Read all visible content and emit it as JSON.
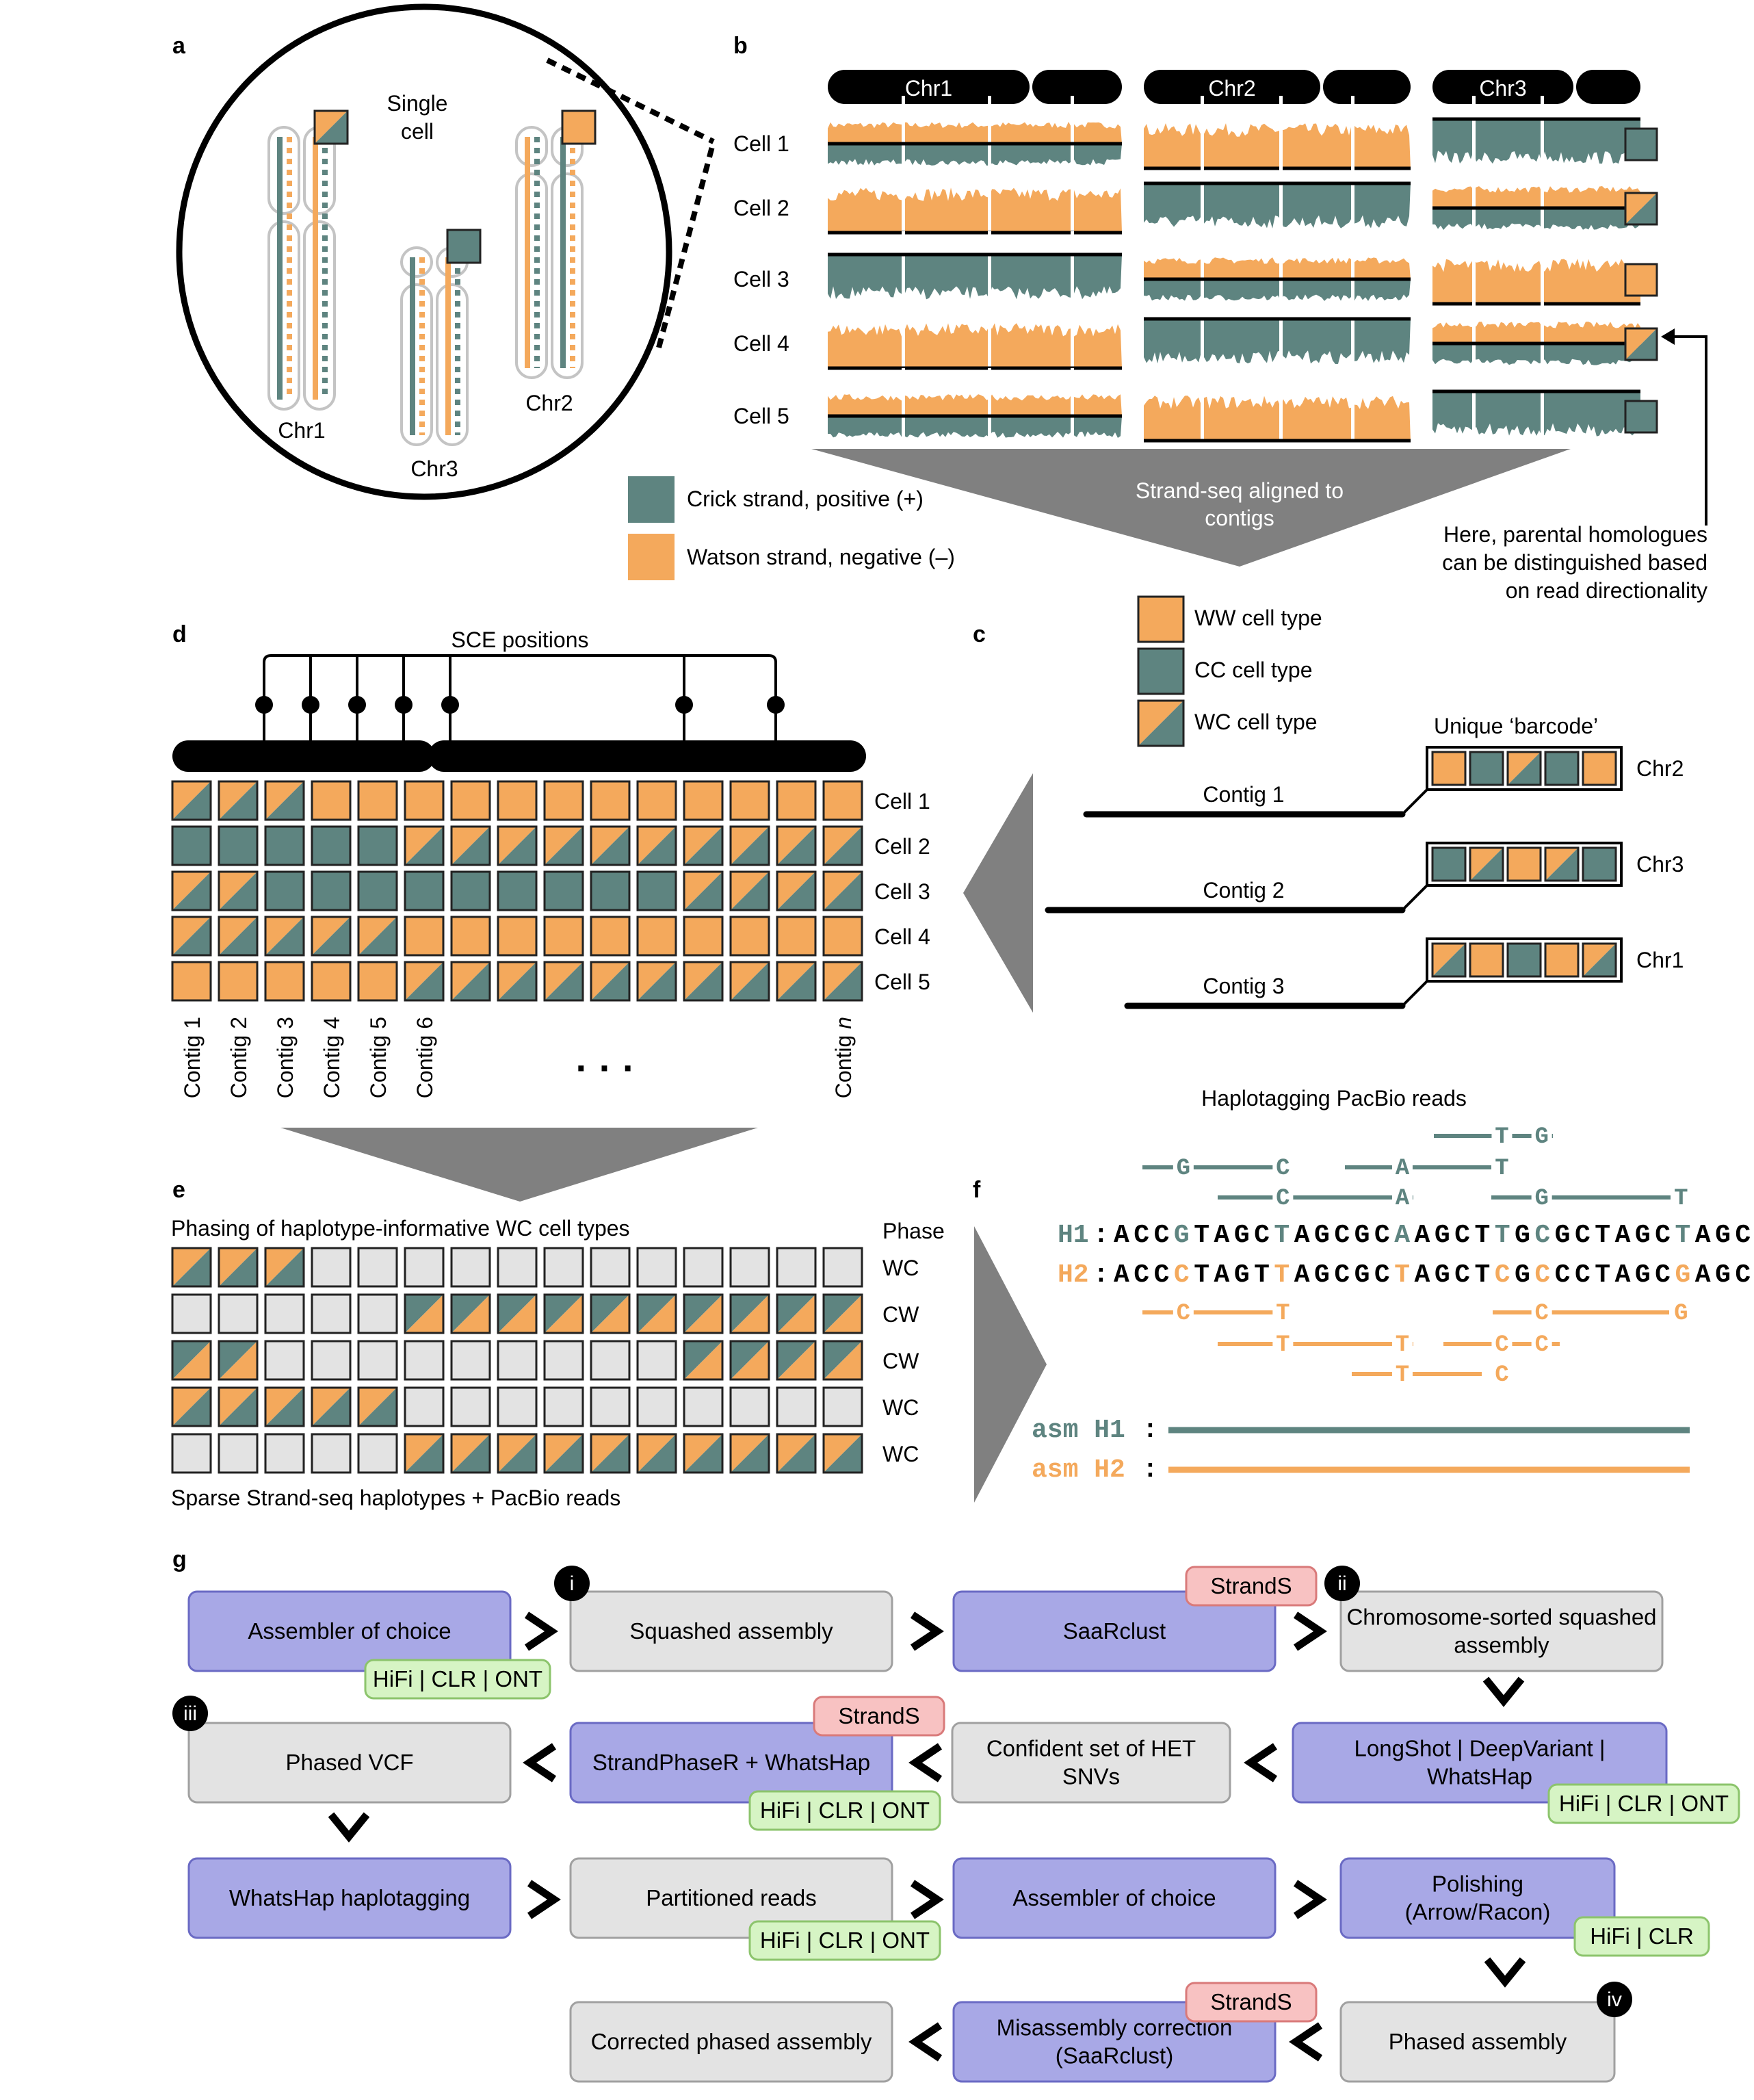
{
  "colors": {
    "crick": "#5e8480",
    "watson": "#f4a95c",
    "grey_box": "#e3e3e3",
    "purple_box": "#a8a8e6",
    "purple_border": "#6a6ac4",
    "red_tag": "#f8c2c2",
    "red_tag_border": "#d97a7a",
    "green_tag": "#d6f4c4",
    "green_tag_border": "#8cc46c"
  },
  "panel_labels": {
    "a": "a",
    "b": "b",
    "c": "c",
    "d": "d",
    "e": "e",
    "f": "f",
    "g": "g"
  },
  "panel_a": {
    "cell_label_line1": "Single",
    "cell_label_line2": "cell",
    "chromosomes": [
      "Chr1",
      "Chr3",
      "Chr2"
    ]
  },
  "panel_b": {
    "chromosome_headers": [
      "Chr1",
      "Chr2",
      "Chr3"
    ],
    "cells": [
      "Cell 1",
      "Cell 2",
      "Cell 3",
      "Cell 4",
      "Cell 5"
    ],
    "states": [
      [
        "WC",
        "WW",
        "CC"
      ],
      [
        "WW",
        "CC",
        "WC"
      ],
      [
        "CC",
        "WC",
        "WW"
      ],
      [
        "WW",
        "CC",
        "WC"
      ],
      [
        "WC",
        "WW",
        "CC"
      ]
    ],
    "arrow_text_line1": "Strand-seq aligned to",
    "arrow_text_line2": "contigs",
    "note_line1": "Here, parental homologues",
    "note_line2": "can be distinguished based",
    "note_line3": "on read directionality"
  },
  "legend_strand": {
    "crick": "Crick strand, positive (+)",
    "watson": "Watson strand, negative (–)"
  },
  "legend_cell_types": {
    "ww": "WW cell type",
    "cc": "CC cell type",
    "wc": "WC cell type"
  },
  "panel_c": {
    "barcode_title": "Unique ‘barcode’",
    "contigs": [
      {
        "label": "Contig 1",
        "chr": "Chr2",
        "barcode": [
          "WW",
          "CC",
          "WC",
          "CC",
          "WW"
        ]
      },
      {
        "label": "Contig 2",
        "chr": "Chr3",
        "barcode": [
          "CC",
          "WC",
          "WW",
          "WC",
          "CC"
        ]
      },
      {
        "label": "Contig 3",
        "chr": "Chr1",
        "barcode": [
          "WC",
          "WW",
          "CC",
          "WW",
          "WC"
        ]
      }
    ]
  },
  "panel_d": {
    "sce_label": "SCE positions",
    "rows": [
      "Cell 1",
      "Cell 2",
      "Cell 3",
      "Cell 4",
      "Cell 5"
    ],
    "grid": [
      [
        "WC",
        "WC",
        "WC",
        "WW",
        "WW",
        "WW",
        "WW",
        "WW",
        "WW",
        "WW",
        "WW",
        "WW",
        "WW",
        "WW",
        "WW"
      ],
      [
        "CC",
        "CC",
        "CC",
        "CC",
        "CC",
        "WC",
        "WC",
        "WC",
        "WC",
        "WC",
        "WC",
        "WC",
        "WC",
        "WC",
        "WC"
      ],
      [
        "WC",
        "WC",
        "CC",
        "CC",
        "CC",
        "CC",
        "CC",
        "CC",
        "CC",
        "CC",
        "CC",
        "WC",
        "WC",
        "WC",
        "WC"
      ],
      [
        "WC",
        "WC",
        "WC",
        "WC",
        "WC",
        "WW",
        "WW",
        "WW",
        "WW",
        "WW",
        "WW",
        "WW",
        "WW",
        "WW",
        "WW"
      ],
      [
        "WW",
        "WW",
        "WW",
        "WW",
        "WW",
        "WC",
        "WC",
        "WC",
        "WC",
        "WC",
        "WC",
        "WC",
        "WC",
        "WC",
        "WC"
      ]
    ],
    "column_labels": [
      "Contig 1",
      "Contig 2",
      "Contig 3",
      "Contig 4",
      "Contig 5",
      "Contig 6"
    ],
    "last_column_label_prefix": "Contig ",
    "last_column_label_italic": "n",
    "ellipsis": "·    ·    ·"
  },
  "panel_e": {
    "title": "Phasing of haplotype-informative WC cell types",
    "phase_header": "Phase",
    "phases": [
      "WC",
      "CW",
      "CW",
      "WC",
      "WC"
    ],
    "grid": [
      [
        "WC",
        "WC",
        "WC",
        "N",
        "N",
        "N",
        "N",
        "N",
        "N",
        "N",
        "N",
        "N",
        "N",
        "N",
        "N"
      ],
      [
        "N",
        "N",
        "N",
        "N",
        "N",
        "CW",
        "CW",
        "CW",
        "CW",
        "CW",
        "CW",
        "CW",
        "CW",
        "CW",
        "CW"
      ],
      [
        "CW",
        "CW",
        "N",
        "N",
        "N",
        "N",
        "N",
        "N",
        "N",
        "N",
        "N",
        "CW",
        "CW",
        "CW",
        "CW"
      ],
      [
        "WC",
        "WC",
        "WC",
        "WC",
        "WC",
        "N",
        "N",
        "N",
        "N",
        "N",
        "N",
        "N",
        "N",
        "N",
        "N"
      ],
      [
        "N",
        "N",
        "N",
        "N",
        "N",
        "WC",
        "WC",
        "WC",
        "WC",
        "WC",
        "WC",
        "WC",
        "WC",
        "WC",
        "WC"
      ]
    ],
    "footer": "Sparse Strand-seq haplotypes + PacBio reads"
  },
  "panel_f": {
    "title": "Haplotagging PacBio reads",
    "h1_label": "H1",
    "h2_label": "H2",
    "h1_seq": "ACCGTAGCTAGCGCAAGCTTGCGCTAGCTAGC",
    "h2_seq": "ACCCTAGTTAGCGCTAGCTCGCCCTAGCGAGC",
    "h1_variant_positions": [
      3,
      8,
      14,
      19,
      21,
      28
    ],
    "h2_variant_positions": [
      3,
      8,
      14,
      19,
      21,
      28
    ],
    "h1_read_letters": [
      "T",
      "G",
      "G",
      "C",
      "A",
      "T",
      "C",
      "A",
      "G",
      "T"
    ],
    "h2_read_letters": [
      "C",
      "T",
      "C",
      "G",
      "T",
      "T",
      "C",
      "C",
      "T",
      "C"
    ],
    "asm_h1": "asm H1",
    "asm_h2": "asm H2"
  },
  "panel_g": {
    "row1": [
      "Assembler of choice",
      "Squashed assembly",
      "SaaRclust",
      "Chromosome-sorted squashed assembly"
    ],
    "row2": [
      "Phased VCF",
      "StrandPhaseR + WhatsHap",
      "Confident set of HET SNVs",
      "LongShot | DeepVariant | WhatsHap"
    ],
    "row3": [
      "WhatsHap haplotagging",
      "Partitioned reads",
      "Assembler of choice",
      "Polishing (Arrow/Racon)"
    ],
    "row4": [
      "Corrected phased assembly",
      "Misassembly correction (SaaRclust)",
      "Phased assembly"
    ],
    "tag_strands": "StrandS",
    "tag_reads3": "HiFi | CLR | ONT",
    "tag_reads2": "HiFi | CLR",
    "step_badges": [
      "i",
      "ii",
      "iii",
      "iv"
    ]
  }
}
